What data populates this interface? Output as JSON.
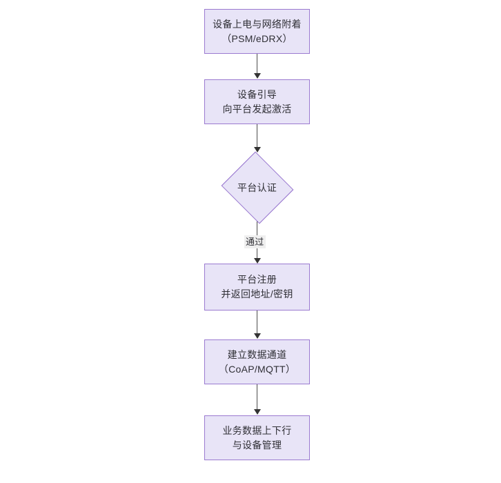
{
  "diagram": {
    "type": "flowchart",
    "orientation": "top-to-bottom",
    "colors": {
      "node_fill": "#e8e4f7",
      "node_border": "#9a79d0",
      "node_text": "#2f2f35",
      "connector": "#4a4a4a",
      "edge_label_background": "#efefef",
      "canvas_background": "#ffffff"
    },
    "nodes": [
      {
        "id": "power-on",
        "shape": "rectangle",
        "line1": "设备上电与网络附着",
        "line2": "（PSM/eDRX）"
      },
      {
        "id": "bootstrap",
        "shape": "rectangle",
        "line1": "设备引导",
        "line2": "向平台发起激活"
      },
      {
        "id": "platform-auth",
        "shape": "diamond",
        "line1": "平台认证",
        "line2": ""
      },
      {
        "id": "platform-register",
        "shape": "rectangle",
        "line1": "平台注册",
        "line2": "并返回地址/密钥"
      },
      {
        "id": "data-channel",
        "shape": "rectangle",
        "line1": "建立数据通道",
        "line2": "（CoAP/MQTT）"
      },
      {
        "id": "service-data",
        "shape": "rectangle",
        "line1": "业务数据上下行",
        "line2": "与设备管理"
      }
    ],
    "edges": [
      {
        "id": "e1",
        "from": "power-on",
        "to": "bootstrap",
        "label": ""
      },
      {
        "id": "e2",
        "from": "bootstrap",
        "to": "platform-auth",
        "label": ""
      },
      {
        "id": "e3",
        "from": "platform-auth",
        "to": "platform-register",
        "label": "通过"
      },
      {
        "id": "e4",
        "from": "platform-register",
        "to": "data-channel",
        "label": ""
      },
      {
        "id": "e5",
        "from": "data-channel",
        "to": "service-data",
        "label": ""
      }
    ]
  }
}
